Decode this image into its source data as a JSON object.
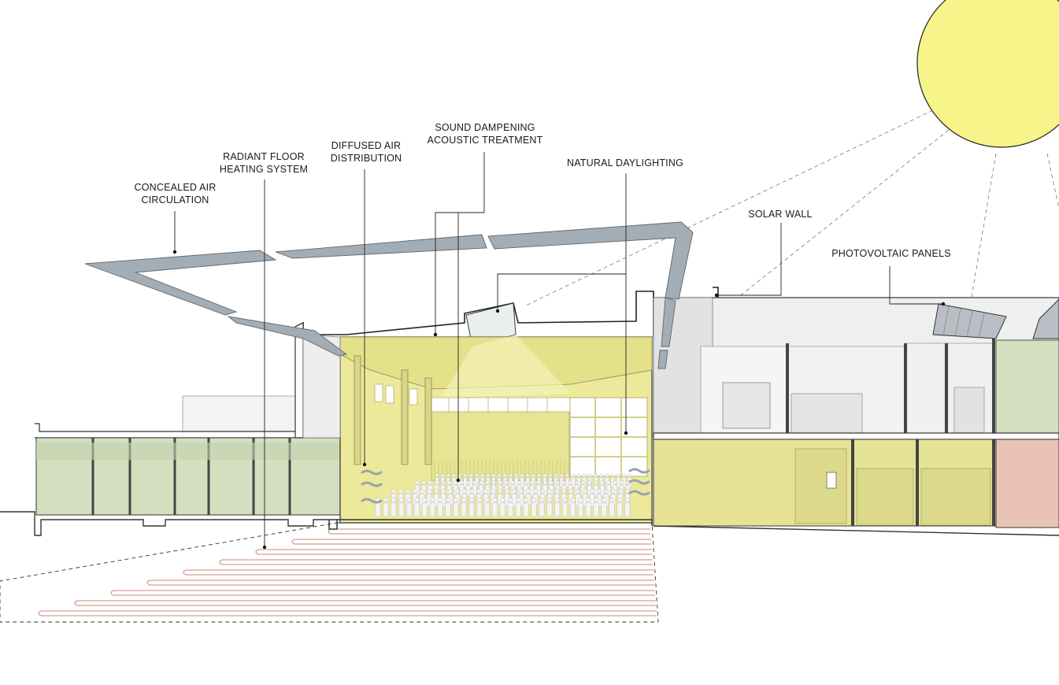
{
  "labels": {
    "concealed_air": [
      "CONCEALED AIR",
      "CIRCULATION"
    ],
    "radiant_floor": [
      "RADIANT FLOOR",
      "HEATING SYSTEM"
    ],
    "diffused_air": [
      "DIFFUSED AIR",
      "DISTRIBUTION"
    ],
    "sound_dampening": [
      "SOUND DAMPENING",
      "ACOUSTIC TREATMENT"
    ],
    "natural_daylighting": [
      "NATURAL DAYLIGHTING"
    ],
    "solar_wall": [
      "SOLAR WALL"
    ],
    "photovoltaic": [
      "PHOTOVOLTAIC PANELS"
    ]
  },
  "colors": {
    "sun": "#f7f48a",
    "hall_yellow": "#ecea9a",
    "lower_yellow": "#e6e397",
    "green_rooms": "#d3dfbf",
    "pink_room": "#e9c3b4",
    "duct": "#a3adb5",
    "radiant_pipe": "#c9877a",
    "line": "#2b2b2b"
  }
}
